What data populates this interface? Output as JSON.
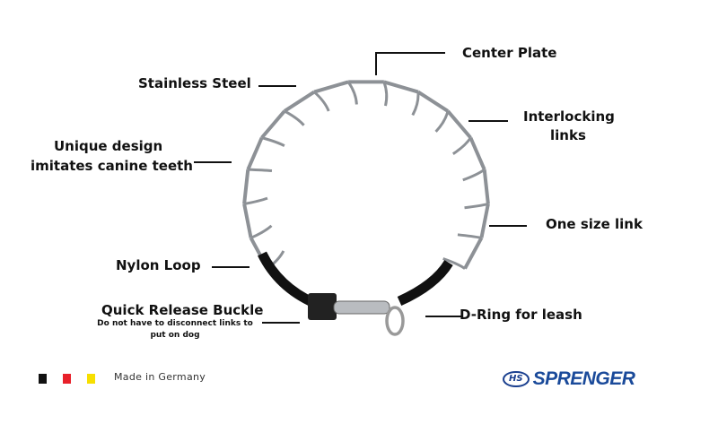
{
  "labels": {
    "center_plate": "Center Plate",
    "stainless_steel": "Stainless Steel",
    "interlocking_links": [
      "Interlocking",
      "links"
    ],
    "unique_design": [
      "Unique design",
      "imitates canine teeth"
    ],
    "one_size_link": "One size link",
    "nylon_loop": "Nylon Loop",
    "quick_release": "Quick Release Buckle",
    "quick_release_note": [
      "Do not have to disconnect links to",
      "put on dog"
    ],
    "d_ring": "D-Ring for leash"
  },
  "footer": {
    "flag_colors": [
      "#111111",
      "#e8202a",
      "#f7df00"
    ],
    "made_in": "Made in Germany",
    "logo_badge": "HS",
    "logo_text": "SPRENGER",
    "brand_color": "#1a4a9a"
  }
}
